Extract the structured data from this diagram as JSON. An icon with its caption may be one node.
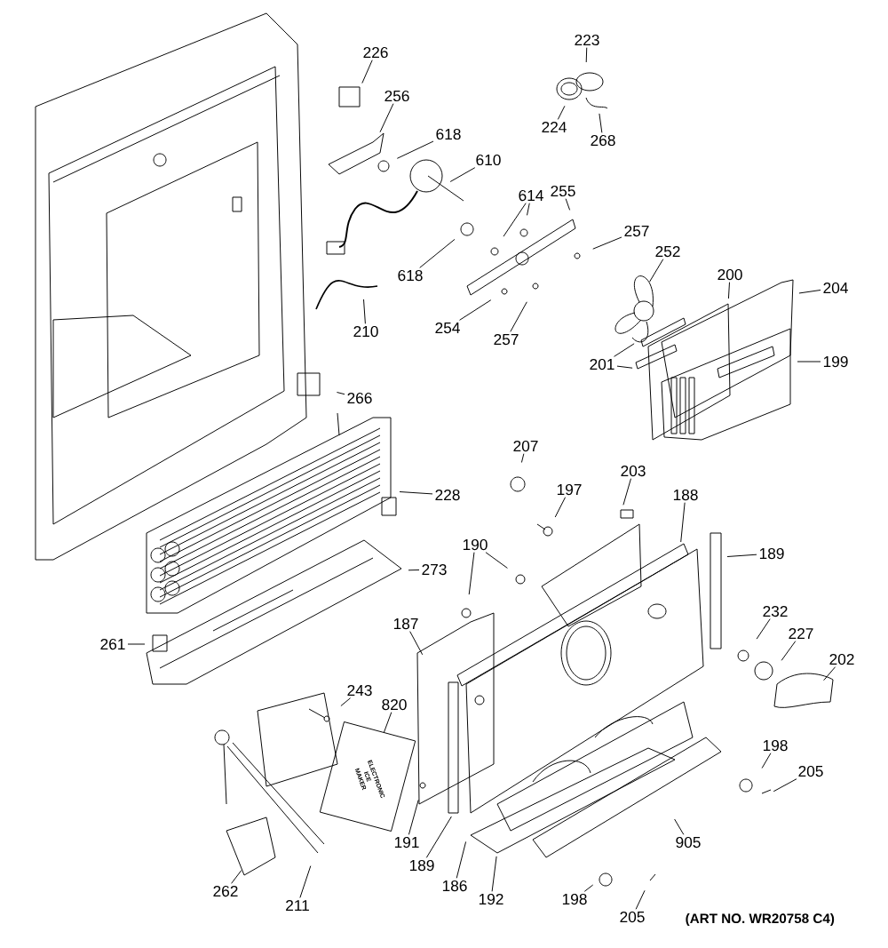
{
  "diagram": {
    "nodes": [
      {
        "text": [
          "226"
        ]
      },
      {
        "text": [
          "256"
        ]
      },
      {
        "text": [
          "618"
        ]
      },
      {
        "text": [
          "610"
        ]
      },
      {
        "text": [
          "618"
        ]
      },
      {
        "text": [
          "614"
        ]
      },
      {
        "text": [
          "255"
        ]
      },
      {
        "text": [
          "257"
        ]
      },
      {
        "text": [
          "252"
        ]
      },
      {
        "text": [
          "254"
        ]
      },
      {
        "text": [
          "257"
        ]
      },
      {
        "text": [
          "210"
        ]
      },
      {
        "text": [
          "223"
        ]
      },
      {
        "text": [
          "224"
        ]
      },
      {
        "text": [
          "268"
        ]
      },
      {
        "text": [
          "200"
        ]
      },
      {
        "text": [
          "204"
        ]
      },
      {
        "text": [
          "201"
        ]
      },
      {
        "text": [
          "199"
        ]
      },
      {
        "text": [
          "266"
        ]
      },
      {
        "text": [
          "228"
        ]
      },
      {
        "text": [
          "273"
        ]
      },
      {
        "text": [
          "261"
        ]
      },
      {
        "text": [
          "207"
        ]
      },
      {
        "text": [
          "197"
        ]
      },
      {
        "text": [
          "203"
        ]
      },
      {
        "text": [
          "188"
        ]
      },
      {
        "text": [
          "189"
        ]
      },
      {
        "text": [
          "190"
        ]
      },
      {
        "text": [
          "187"
        ]
      },
      {
        "text": [
          "232"
        ]
      },
      {
        "text": [
          "227"
        ]
      },
      {
        "text": [
          "202"
        ]
      },
      {
        "text": [
          "243"
        ]
      },
      {
        "text": [
          "820"
        ]
      },
      {
        "text": [
          "198"
        ]
      },
      {
        "text": [
          "205"
        ]
      },
      {
        "text": [
          "191"
        ]
      },
      {
        "text": [
          "189"
        ]
      },
      {
        "text": [
          "186"
        ]
      },
      {
        "text": [
          "192"
        ]
      },
      {
        "text": [
          "905"
        ]
      },
      {
        "text": [
          "198"
        ]
      },
      {
        "text": [
          "205"
        ]
      },
      {
        "text": [
          "262"
        ]
      },
      {
        "text": [
          "211"
        ]
      },
      {
        "text": [
          "ELECTRONIC ICE MAKER"
        ]
      }
    ],
    "edges": [
      {
        "from": 0,
        "to": null,
        "arrow": "none"
      },
      {
        "from": 1,
        "to": null,
        "arrow": "none"
      },
      {
        "from": 2,
        "to": null,
        "arrow": "none"
      },
      {
        "from": 3,
        "to": null,
        "arrow": "none"
      },
      {
        "from": 4,
        "to": null,
        "arrow": "none"
      },
      {
        "from": 5,
        "to": null,
        "arrow": "none"
      },
      {
        "from": 5,
        "to": null,
        "arrow": "none"
      },
      {
        "from": 6,
        "to": null,
        "arrow": "none"
      },
      {
        "from": 7,
        "to": null,
        "arrow": "none"
      },
      {
        "from": 8,
        "to": null,
        "arrow": "none"
      },
      {
        "from": 9,
        "to": null,
        "arrow": "none"
      },
      {
        "from": 10,
        "to": null,
        "arrow": "none"
      },
      {
        "from": 11,
        "to": null,
        "arrow": "none"
      },
      {
        "from": 12,
        "to": null,
        "arrow": "none"
      },
      {
        "from": 13,
        "to": null,
        "arrow": "none"
      },
      {
        "from": 14,
        "to": null,
        "arrow": "none"
      },
      {
        "from": 15,
        "to": null,
        "arrow": "none"
      },
      {
        "from": 16,
        "to": null,
        "arrow": "none"
      },
      {
        "from": 17,
        "to": null,
        "arrow": "none"
      },
      {
        "from": 17,
        "to": null,
        "arrow": "none"
      },
      {
        "from": 18,
        "to": null,
        "arrow": "none"
      },
      {
        "from": 19,
        "to": null,
        "arrow": "none"
      },
      {
        "from": 20,
        "to": null,
        "arrow": "none"
      },
      {
        "from": 21,
        "to": null,
        "arrow": "none"
      },
      {
        "from": 22,
        "to": null,
        "arrow": "none"
      },
      {
        "from": 23,
        "to": null,
        "arrow": "none"
      },
      {
        "from": 24,
        "to": null,
        "arrow": "none"
      },
      {
        "from": 25,
        "to": null,
        "arrow": "none"
      },
      {
        "from": 26,
        "to": null,
        "arrow": "none"
      },
      {
        "from": 27,
        "to": null,
        "arrow": "none"
      },
      {
        "from": 28,
        "to": null,
        "arrow": "none"
      },
      {
        "from": 28,
        "to": null,
        "arrow": "none"
      },
      {
        "from": 29,
        "to": null,
        "arrow": "none"
      },
      {
        "from": 30,
        "to": null,
        "arrow": "none"
      },
      {
        "from": 31,
        "to": null,
        "arrow": "none"
      },
      {
        "from": 32,
        "to": null,
        "arrow": "none"
      },
      {
        "from": 33,
        "to": null,
        "arrow": "none"
      },
      {
        "from": 34,
        "to": 46,
        "arrow": "none"
      },
      {
        "from": 35,
        "to": null,
        "arrow": "none"
      },
      {
        "from": 36,
        "to": null,
        "arrow": "none"
      },
      {
        "from": 37,
        "to": null,
        "arrow": "none"
      },
      {
        "from": 38,
        "to": null,
        "arrow": "none"
      },
      {
        "from": 39,
        "to": null,
        "arrow": "none"
      },
      {
        "from": 40,
        "to": null,
        "arrow": "none"
      },
      {
        "from": 41,
        "to": null,
        "arrow": "none"
      },
      {
        "from": 42,
        "to": null,
        "arrow": "none"
      },
      {
        "from": 43,
        "to": null,
        "arrow": "none"
      },
      {
        "from": 44,
        "to": null,
        "arrow": "none"
      },
      {
        "from": 45,
        "to": null,
        "arrow": "none"
      }
    ],
    "labels": [
      "(ART NO. WR20758 C4)"
    ]
  }
}
